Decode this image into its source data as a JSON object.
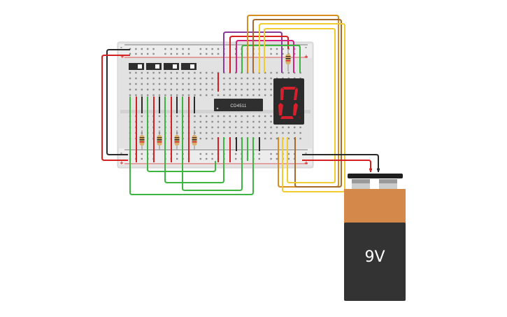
{
  "chip": {
    "label": "CD4511"
  },
  "battery": {
    "label": "9V"
  },
  "display": {
    "digit": "0"
  },
  "rail_signs": {
    "plus": "+",
    "minus": "-"
  },
  "colors": {
    "wire_red": "#d42020",
    "wire_black": "#2a2a2a",
    "wire_green": "#3db540",
    "wire_orange": "#d98c1f",
    "wire_brown": "#a86a2a",
    "wire_yellow": "#f0cc30",
    "wire_purple": "#8a3a9a",
    "breadboard": "#e4e4e4",
    "segment_on": "#d8202c",
    "battery_top": "#d4894a",
    "battery_body": "#333333"
  }
}
